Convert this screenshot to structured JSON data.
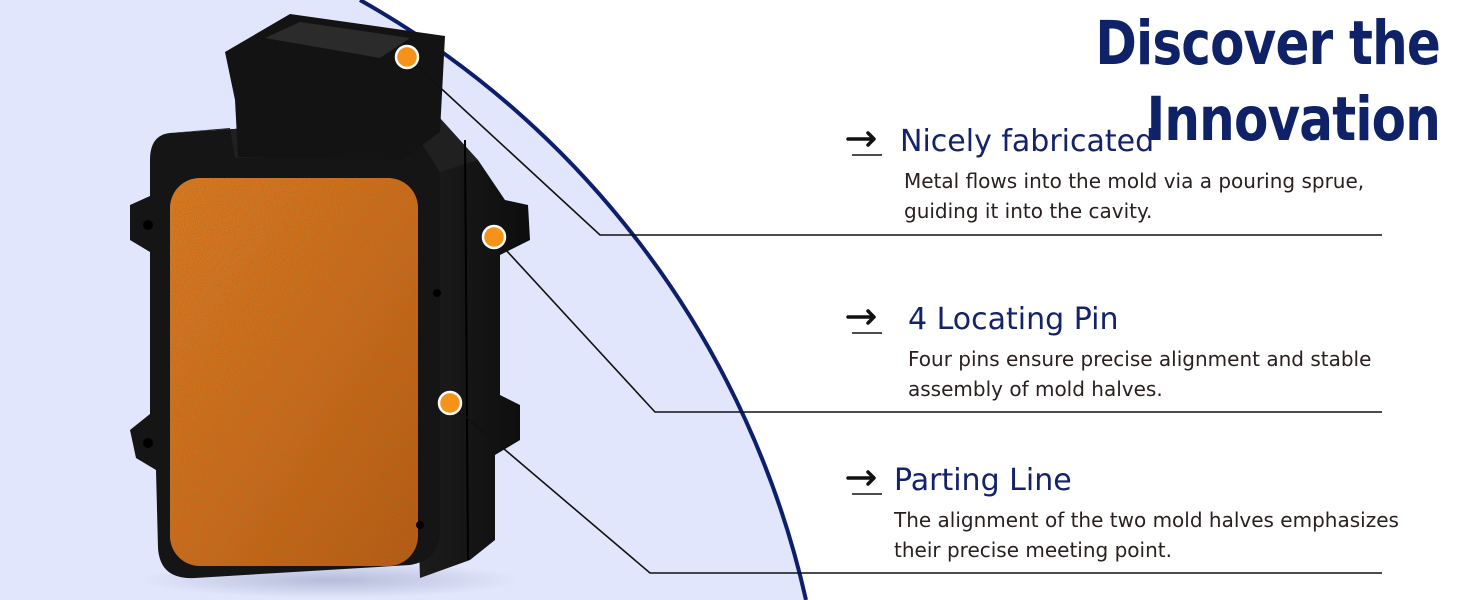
{
  "title": "Discover the Innovation",
  "colors": {
    "accent_navy": "#0f2167",
    "arc_navy": "#0d1f6b",
    "left_panel": "#e1e6fc",
    "callout_dot": "#f59219",
    "mold_body": "#141414",
    "cavity_orange": "#d2691e"
  },
  "icons": [
    "arrow-right-icon",
    "callout-dot"
  ],
  "features": [
    {
      "heading": "Nicely fabricated",
      "description_lines": [
        "Metal flows into the mold via a pouring sprue,",
        "guiding it into the cavity."
      ]
    },
    {
      "heading": "4 Locating Pin",
      "description_lines": [
        "Four pins ensure precise alignment and stable",
        "assembly of mold halves."
      ]
    },
    {
      "heading": "Parting Line",
      "description_lines": [
        "The alignment of the two mold halves emphasizes",
        "their precise meeting point."
      ]
    }
  ]
}
